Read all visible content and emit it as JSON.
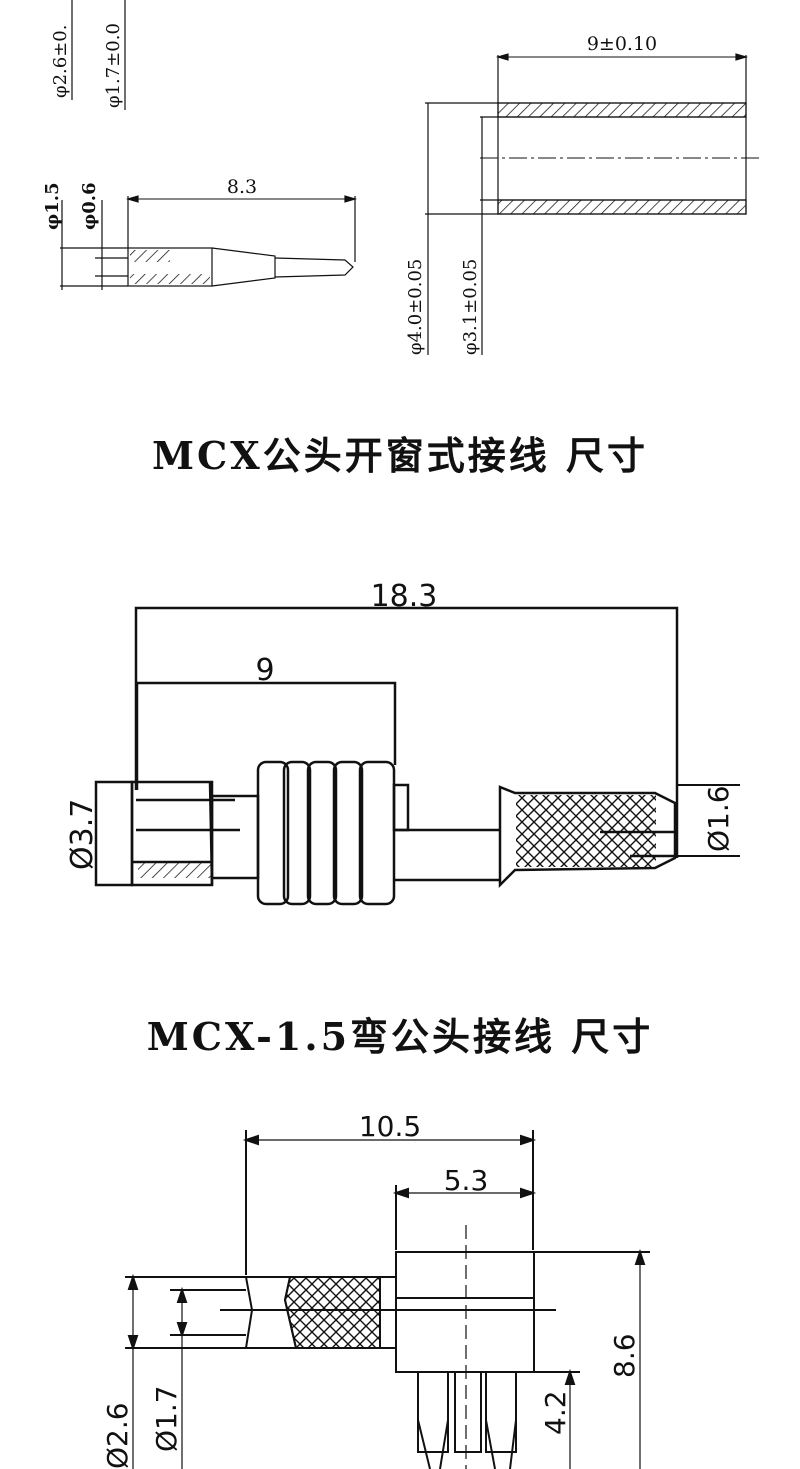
{
  "section1": {
    "tube_length": "9±0.10",
    "tube_outer_dia": "φ4.0±0.05",
    "tube_inner_dia": "φ3.1±0.05",
    "pin_length": "8.3",
    "pin_outer_dia": "φ1.5",
    "pin_inner_dia": "φ0.6",
    "partial_dia_a": "φ2.6±0.",
    "partial_dia_b": "φ1.7±0.0"
  },
  "heading1": "MCX公头开窗式接线 尺寸",
  "section2": {
    "overall_length": "18.3",
    "body_length": "9",
    "body_dia": "Ø3.7",
    "cable_dia": "Ø1.6"
  },
  "heading2": "MCX-1.5弯公头接线 尺寸",
  "section3": {
    "overall_length": "10.5",
    "head_width": "5.3",
    "height": "8.6",
    "leg_height": "4.2",
    "cable_outer_dia": "Ø2.6",
    "cable_inner_dia": "Ø1.7"
  },
  "colors": {
    "line": "#111111",
    "background": "#ffffff"
  }
}
